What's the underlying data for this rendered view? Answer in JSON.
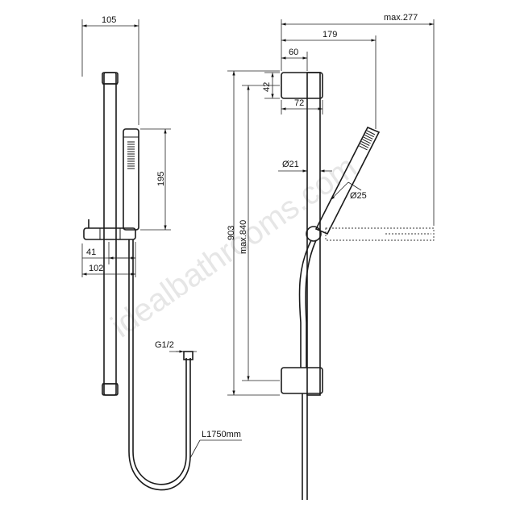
{
  "front_view": {
    "width_top": "105",
    "height_handshower": "195",
    "offset_41": "41",
    "width_102": "102",
    "thread": "G1/2",
    "hose_length": "L1750mm"
  },
  "side_view": {
    "max_projection": "max.277",
    "projection_179": "179",
    "bracket_60": "60",
    "bracket_42": "42",
    "bracket_72": "72",
    "diameter_21": "Ø21",
    "diameter_25": "Ø25",
    "height_903": "903",
    "max_840": "max.840"
  },
  "watermark": "idealbathrooms.com"
}
